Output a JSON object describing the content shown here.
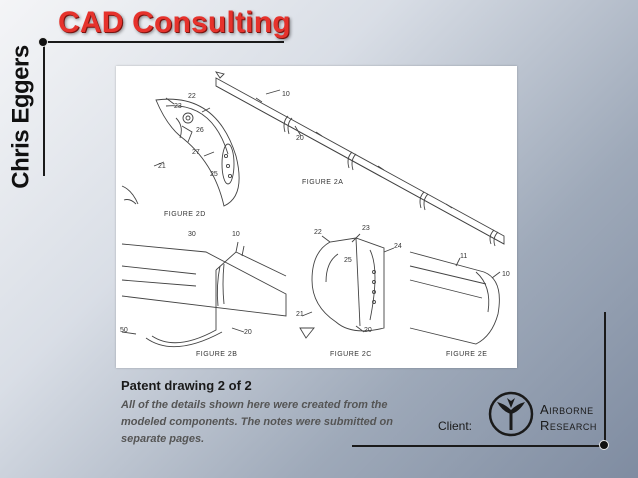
{
  "slide": {
    "brand": "CAD Consulting",
    "author": "Chris Eggers",
    "caption_title": "Patent drawing 2 of 2",
    "caption_body": "All of the details shown here were created from the modeled components. The notes were submitted on separate pages.",
    "client_label": "Client:",
    "client_name_line1": "Airborne",
    "client_name_line2": "Research",
    "accent_color": "#e6322c"
  },
  "drawing": {
    "figures": {
      "fig_2a": "FIGURE 2A",
      "fig_2b": "FIGURE 2B",
      "fig_2c": "FIGURE 2C",
      "fig_2d": "FIGURE 2D",
      "fig_2e": "FIGURE 2E"
    },
    "callouts": {
      "c10a": "10",
      "c20a": "20",
      "c22d": "22",
      "c23d": "23",
      "c26d": "26",
      "c27d": "27",
      "c21d": "21",
      "c25d": "25",
      "c30b": "30",
      "c10b": "10",
      "c50b": "50",
      "c20b": "20",
      "c22c": "22",
      "c23c": "23",
      "c24c": "24",
      "c25c": "25",
      "c21c": "21",
      "c20c": "20",
      "c11e": "11",
      "c10e": "10"
    }
  }
}
